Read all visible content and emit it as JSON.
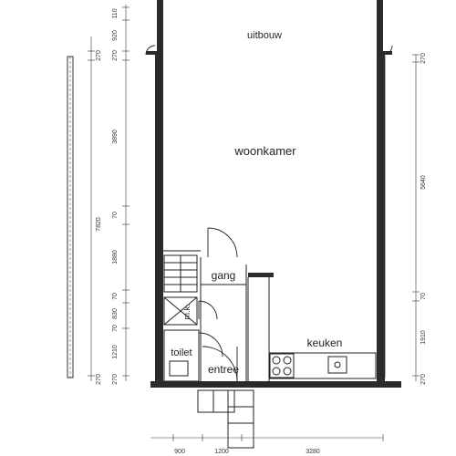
{
  "rooms": {
    "uitbouw": "uitbouw",
    "woonkamer": "woonkamer",
    "gang": "gang",
    "mk": "m.k.",
    "toilet": "toilet",
    "entree": "entree",
    "keuken": "keuken"
  },
  "dims_left_inner": [
    "110",
    "920",
    "270",
    "3890",
    "70",
    "1880",
    "70",
    "830",
    "70",
    "1210",
    "270"
  ],
  "dims_left_outer": [
    "270",
    "7820",
    "270"
  ],
  "dims_right": [
    "270",
    "5640",
    "70",
    "1910",
    "270"
  ],
  "dims_bottom": [
    "900",
    "1200",
    "3280"
  ]
}
